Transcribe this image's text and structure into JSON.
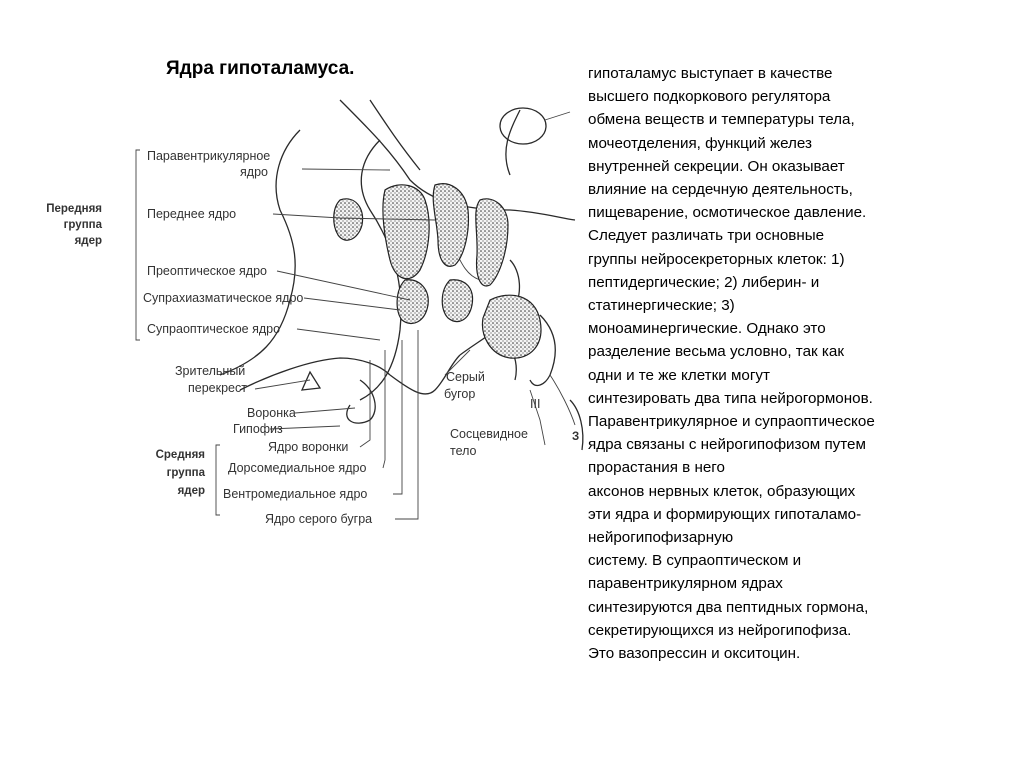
{
  "title": "Ядра гипоталамуса.",
  "figure": {
    "group_anterior": [
      "Передняя",
      "группа",
      "ядер"
    ],
    "group_middle": [
      "Средняя",
      "группа",
      "ядер"
    ],
    "group_posterior": "З",
    "labels": {
      "paraventricular": [
        "Паравентрикулярное",
        "ядро"
      ],
      "anterior": "Переднее ядро",
      "preoptic": "Преоптическое ядро",
      "suprachiasmatic": "Супрахиазматическое ядро",
      "supraoptic": "Супраоптическое ядро",
      "optic_chiasm": [
        "Зрительный",
        "перекрест"
      ],
      "infundibulum": "Воронка",
      "pituitary": "Гипофиз",
      "infundibular_nucleus": "Ядро воронки",
      "dorsomedial": "Дорсомедиальное ядро",
      "ventromedial": "Вентромедиальное ядро",
      "tuber_nucleus": "Ядро серого бугра",
      "tuber_cinereum": [
        "Серый",
        "бугор"
      ],
      "mammillary": [
        "Сосцевидное",
        "тело"
      ],
      "cranial_nerve": "III"
    }
  },
  "text_lines": [
    "гипоталамус выступает в качестве",
    "высшего подкоркового регулятора",
    "обмена веществ и температуры тела,",
    "мочеотделения, функций желез",
    "внутренней секреции. Он оказывает",
    "влияние на сердечную деятельность,",
    "пищеварение, осмотическое давление.",
    "Следует различать три основные",
    "группы нейросекреторных клеток: 1)",
    "пептидергические; 2) либерин- и",
    "статинергические; 3)",
    "моноаминергические. Однако это",
    "разделение весьма условно, так как",
    "одни и те же клетки могут",
    "синтезировать два типа нейрогормонов.",
    "Паравентрикулярное и супраоптическое",
    "ядра связаны с нейрогипофизом путем",
    "прорастания в него",
    "аксонов нервных клеток, образующих",
    "эти ядра и формирующих гипоталамо-",
    "нейрогипофизарную",
    "систему. В супраоптическом и",
    "паравентрикулярном ядрах",
    "синтезируются два пептидных гормона,",
    "секретирующихся из нейрогипофиза.",
    "Это вазопрессин и окситоцин."
  ]
}
